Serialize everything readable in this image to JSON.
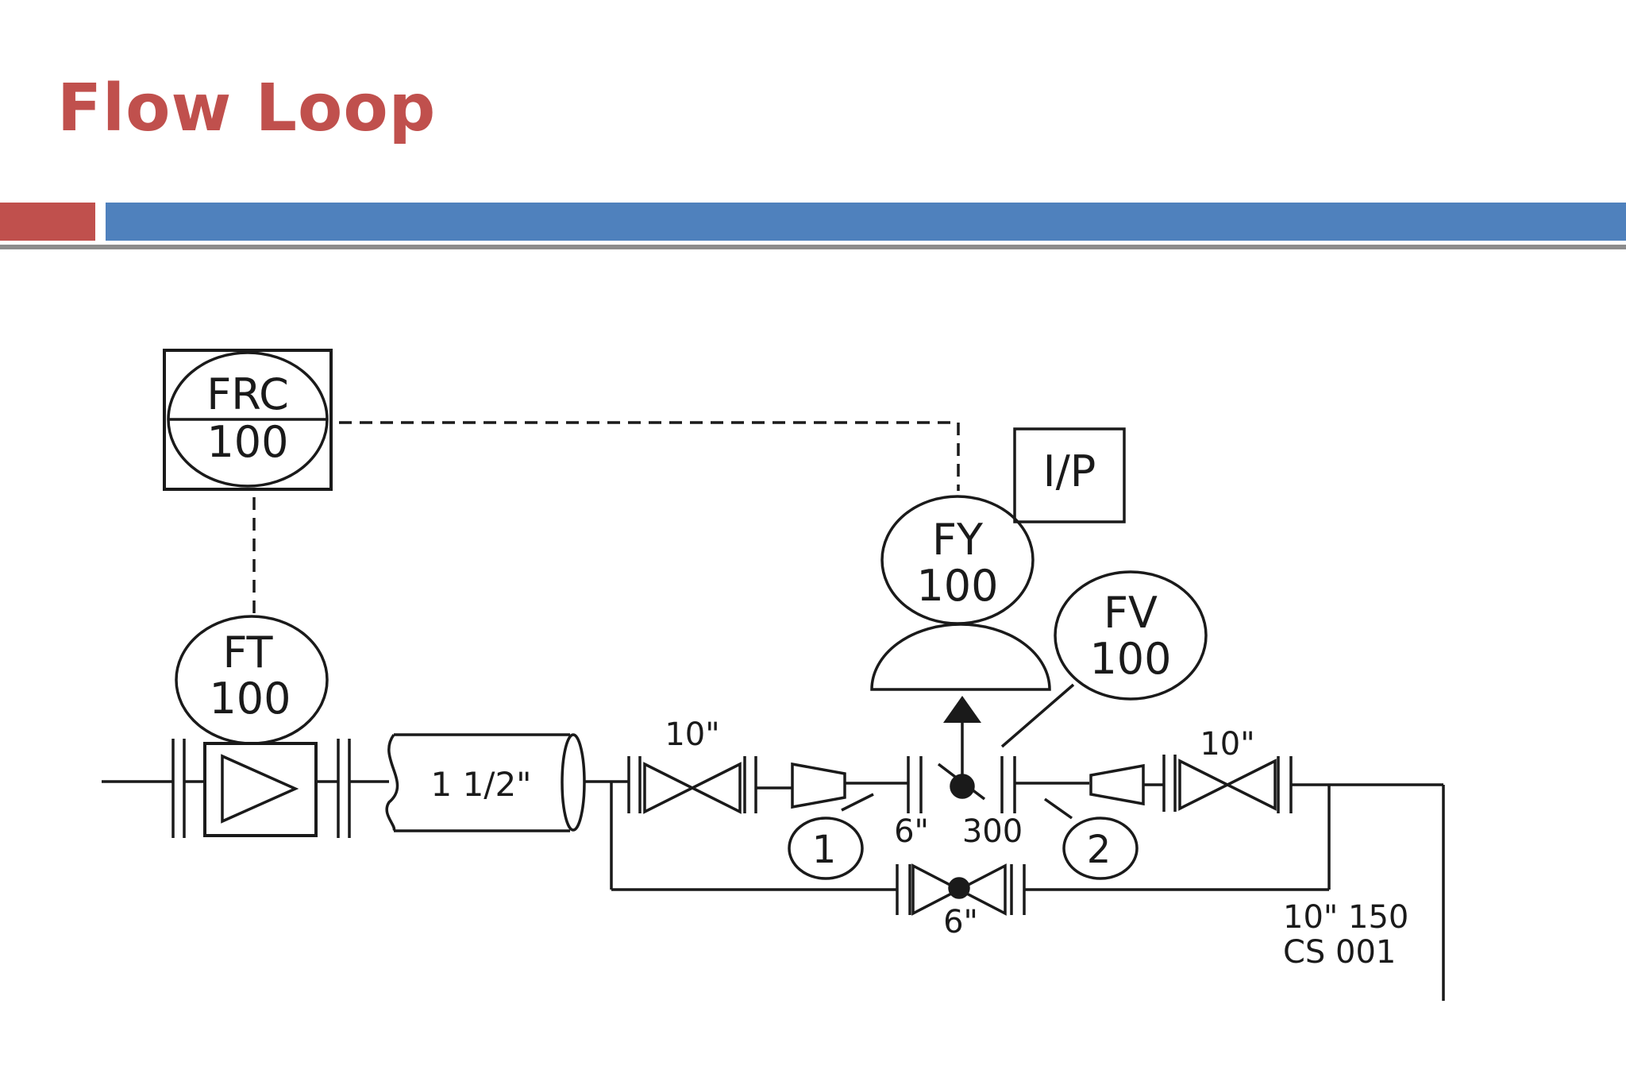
{
  "slide": {
    "title": "Flow Loop"
  },
  "colors": {
    "title": "#C0504D",
    "accent_red": "#C0504D",
    "accent_blue": "#4F81BD",
    "rule": "#8C8C8C",
    "line": "#1a1a1a"
  },
  "diagram": {
    "frc": {
      "tag": "FRC",
      "number": "100"
    },
    "ft": {
      "tag": "FT",
      "number": "100"
    },
    "fy": {
      "tag": "FY",
      "number": "100"
    },
    "fv": {
      "tag": "FV",
      "number": "100"
    },
    "ip": {
      "label": "I/P"
    },
    "pipe_size": "1 1/2\"",
    "valve_upstream_size": "10\"",
    "valve_downstream_size": "10\"",
    "bypass_size": "6\"",
    "control_valve_size": "6\"",
    "rating": "300",
    "reducer_1": "1",
    "reducer_2": "2",
    "line_spec": {
      "line1": "10\" 150",
      "line2": "CS 001"
    }
  }
}
